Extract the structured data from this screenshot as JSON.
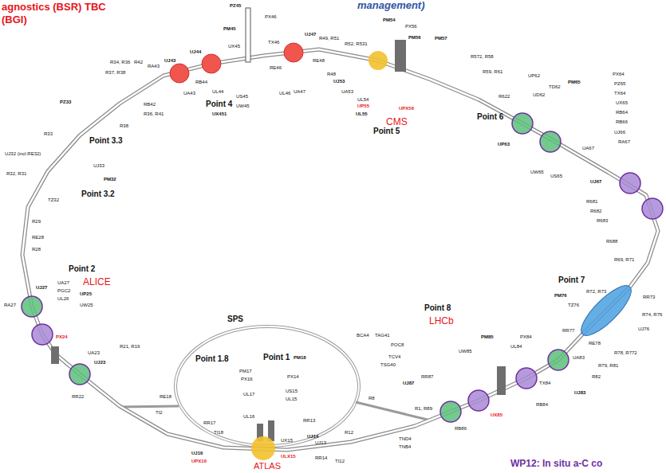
{
  "diagram": {
    "labels": [
      "agnostics (BSR) TBC",
      "(BGI)",
      "management)",
      "WP12: In situ a-C co",
      "Point 4",
      "Point 5",
      "Point 6",
      "Point 7",
      "Point 8",
      "Point 1",
      "Point 1.8",
      "Point 3.3",
      "Point 3.2",
      "Point 2",
      "CMS",
      "LHCb",
      "ALICE",
      "ATLAS",
      "SPS",
      "PZ45",
      "PM45",
      "PX46",
      "TX46",
      "UX45",
      "RE46",
      "UJ43",
      "RA43",
      "UJ44",
      "RB44",
      "UA43",
      "UL44",
      "UX451",
      "US45",
      "UW45",
      "UJ47",
      "UA47",
      "UL46",
      "RE48",
      "R48",
      "R49, R51",
      "R52, R531",
      "UJ53",
      "UA53",
      "UL54",
      "UP55",
      "UL55",
      "PM54",
      "PX56",
      "PM56",
      "PM57",
      "UPX56",
      "R572, R58",
      "R59, R61",
      "UP62",
      "TD62",
      "PM65",
      "UD62",
      "PX64",
      "PZ65",
      "TX64",
      "UX65",
      "RB64",
      "RB66",
      "UJ66",
      "RA67",
      "UA67",
      "UJ67",
      "UW65",
      "US65",
      "UP63",
      "R622",
      "R681",
      "R682",
      "R683",
      "R688",
      "R69, R71",
      "PM76",
      "R72, R73",
      "TZ76",
      "RR73",
      "R74, R76",
      "UJ76",
      "RR77",
      "R78, R772",
      "R79, R81",
      "RE78",
      "R82",
      "UJ83",
      "UA83",
      "PX84",
      "PM85",
      "UL84",
      "UW85",
      "TX84",
      "RB84",
      "UX85",
      "RB86",
      "UJ87",
      "RR87",
      "TAG41",
      "BCA4",
      "POC8",
      "TCV4",
      "TSG40",
      "TND4",
      "TNB4",
      "R1, R89",
      "R8",
      "PM18",
      "PM17",
      "PX16",
      "PX14",
      "UL17",
      "US15",
      "UL15",
      "UL16",
      "UJ16",
      "UPX16",
      "UJ14",
      "UX15",
      "ULX15",
      "UJ13",
      "RR13",
      "RR14",
      "R12",
      "TI12",
      "RE18",
      "RR17",
      "TI18",
      "UA27",
      "PGC2",
      "UL26",
      "UP25",
      "UW25",
      "UJ27",
      "RA27",
      "PX24",
      "UA23",
      "UJ23",
      "RR22",
      "R21, R19",
      "TI2",
      "R32, R31",
      "UJ32 (incl.RE32)",
      "TZ32",
      "R33",
      "PZ33",
      "UJ33",
      "PM32",
      "R34, R36",
      "R37, R38",
      "R42",
      "RB42",
      "R36, R41",
      "R38",
      "R29",
      "RE28",
      "R28"
    ]
  }
}
